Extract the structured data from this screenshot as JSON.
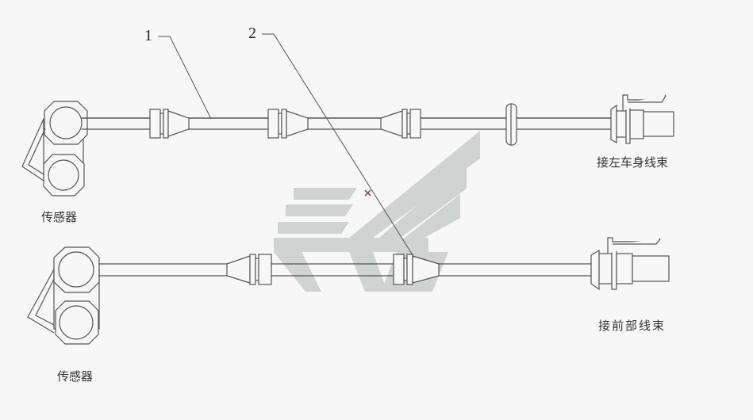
{
  "callouts": [
    {
      "number": "1"
    },
    {
      "number": "2"
    }
  ],
  "top_harness": {
    "sensor_label": "传感器",
    "connector_label": "接左车身线束"
  },
  "bottom_harness": {
    "sensor_label": "传感器",
    "connector_label": "接前部线束"
  },
  "colors": {
    "line": "#555555",
    "watermark": "#c9cdcc",
    "background": "#f7f7f7"
  }
}
